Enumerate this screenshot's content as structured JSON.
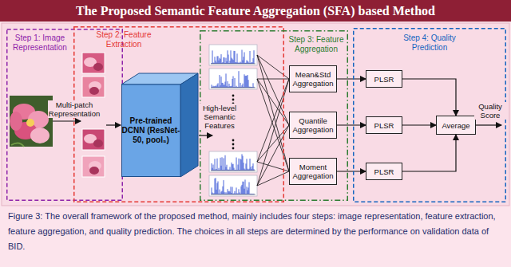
{
  "diagram": {
    "title": "The Proposed Semantic Feature Aggregation (SFA) based Method",
    "caption": "Figure 3: The overall framework of the proposed method, mainly includes four steps: image representation, feature extraction, feature aggregation, and quality prediction. The choices in all steps are determined by the performance on validation data of BID.",
    "nodes": [
      {
        "text": [
          "Step 1: Image Representation"
        ]
      },
      {
        "text": [
          "Step 2: Feature Extraction"
        ]
      },
      {
        "text": [
          "Step 3: Feature Aggregation"
        ]
      },
      {
        "text": [
          "Step 4: Quality Prediction"
        ]
      },
      {
        "text": [
          "Pre-trained DCNN (ResNet-50, pool₅)"
        ],
        "in": 1
      },
      {
        "text": [
          "Mean&Std Aggregation"
        ],
        "in": 2
      },
      {
        "text": [
          "Quantile Aggregation"
        ],
        "in": 2
      },
      {
        "text": [
          "Moment Aggregation"
        ],
        "in": 2
      },
      {
        "text": [
          "PLSR"
        ],
        "in": 3
      },
      {
        "text": [
          "PLSR"
        ],
        "in": 3
      },
      {
        "text": [
          "PLSR"
        ],
        "in": 3
      },
      {
        "text": [
          "Average"
        ],
        "in": 3
      }
    ],
    "edges": [
      {
        "from": 5,
        "to": 8,
        "arrow": "to"
      },
      {
        "from": 6,
        "to": 9,
        "arrow": "to"
      },
      {
        "from": 7,
        "to": 10,
        "arrow": "to"
      },
      {
        "from": 8,
        "to": 11,
        "arrow": "to"
      },
      {
        "from": 9,
        "to": 11,
        "arrow": "to"
      },
      {
        "from": 10,
        "to": 11,
        "arrow": "to"
      }
    ],
    "labels": [
      "Multi-patch Representation",
      "High-level Semantic Features",
      "Quality Score"
    ]
  }
}
